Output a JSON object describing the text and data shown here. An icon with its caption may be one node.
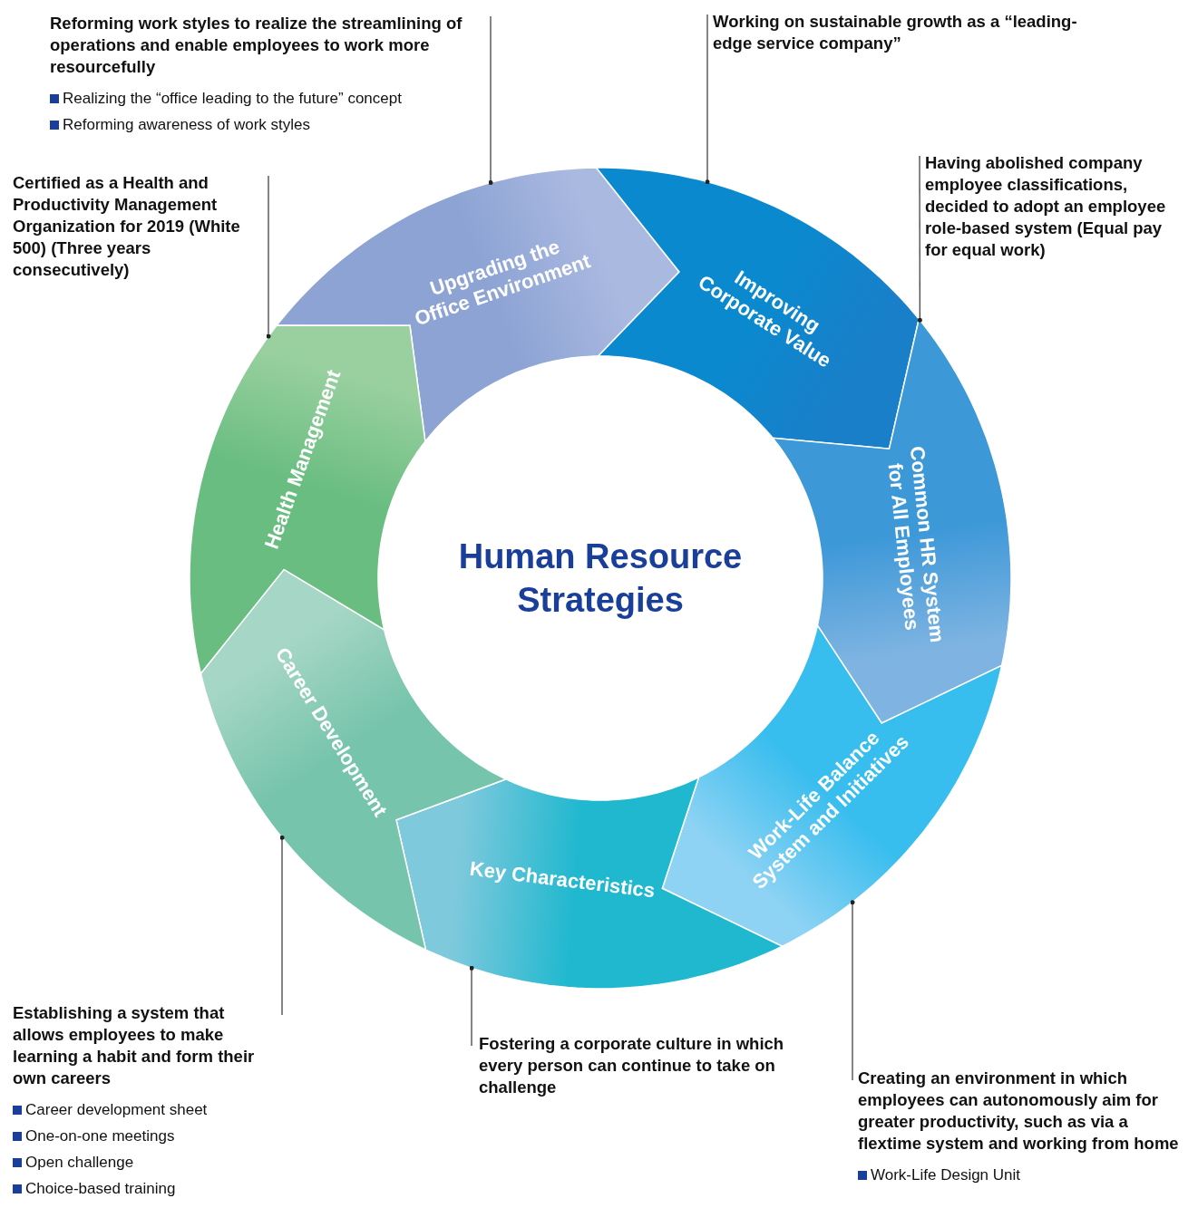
{
  "diagram": {
    "nodes": [
      {
        "text": [
          "Human Resource Strategies"
        ]
      },
      {
        "text": [
          "Upgrading the Office Environment"
        ]
      },
      {
        "text": [
          "Improving Corporate Value"
        ]
      },
      {
        "text": [
          "Common HR System for All Employees"
        ]
      },
      {
        "text": [
          "Work-Life Balance System and Initiatives"
        ]
      },
      {
        "text": [
          "Key Characteristics"
        ]
      },
      {
        "text": [
          "Career Development"
        ]
      },
      {
        "text": [
          "Health Management"
        ]
      },
      {
        "text": [
          "Reforming work styles to realize the streamlining of operations and enable employees to work more resourcefully",
          "Realizing the “office leading to the future” concept",
          "Reforming awareness of work styles"
        ]
      },
      {
        "text": [
          "Working on sustainable growth as a “leading-edge service company”"
        ]
      },
      {
        "text": [
          "Having abolished company employee classifications, decided to adopt an employee role-based system (Equal pay for equal work)"
        ]
      },
      {
        "text": [
          "Certified as a Health and Productivity Management Organization for 2019 (White 500) (Three years consecutively)"
        ]
      },
      {
        "text": [
          "Establishing a system that allows employees to make learning a habit and form their own careers",
          "Career development sheet",
          "One-on-one meetings",
          "Open challenge",
          "Choice-based training"
        ]
      },
      {
        "text": [
          "Fostering a corporate culture in which every person can continue to take on challenge"
        ]
      },
      {
        "text": [
          "Creating an environment in which employees can autonomously aim for greater productivity, such as via a flextime system and working from home",
          "Work-Life Design Unit"
        ]
      }
    ],
    "edges": [
      {
        "from": 8,
        "to": 1,
        "arrow": "other"
      },
      {
        "from": 9,
        "to": 2,
        "arrow": "other"
      },
      {
        "from": 10,
        "to": 3,
        "arrow": "other"
      },
      {
        "from": 11,
        "to": 7,
        "arrow": "other"
      },
      {
        "from": 12,
        "to": 6,
        "arrow": "other"
      },
      {
        "from": 13,
        "to": 5,
        "arrow": "other"
      },
      {
        "from": 14,
        "to": 4,
        "arrow": "other"
      }
    ]
  }
}
